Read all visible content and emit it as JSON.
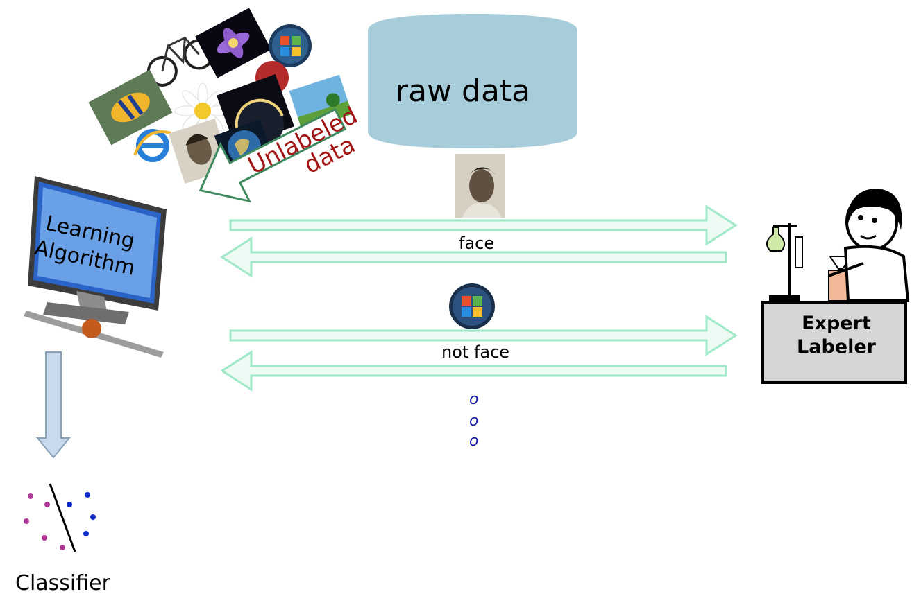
{
  "raw_data": {
    "label": "raw data"
  },
  "unlabeled": {
    "line1": "Unlabeled",
    "line2": "data"
  },
  "computer": {
    "line1": "Learning",
    "line2": "Algorithm"
  },
  "queries": [
    {
      "response": "face",
      "icon": "portrait-photo-icon"
    },
    {
      "response": "not face",
      "icon": "windows-logo-icon"
    }
  ],
  "ellipsis": [
    "o",
    "o",
    "o"
  ],
  "labeler": {
    "line1": "Expert",
    "line2": "Labeler"
  },
  "classifier": {
    "label": "Classifier"
  },
  "colors": {
    "cylinder": "#a8cdda",
    "arrow_fill": "#eefaf4",
    "arrow_stroke": "#9fe8c8",
    "unlabeled_text": "#a11515",
    "down_arrow": "#c9d9ee",
    "class_a": "#b03a9a",
    "class_b": "#0b2ac7",
    "ellipsis": "#1a1aa8"
  }
}
